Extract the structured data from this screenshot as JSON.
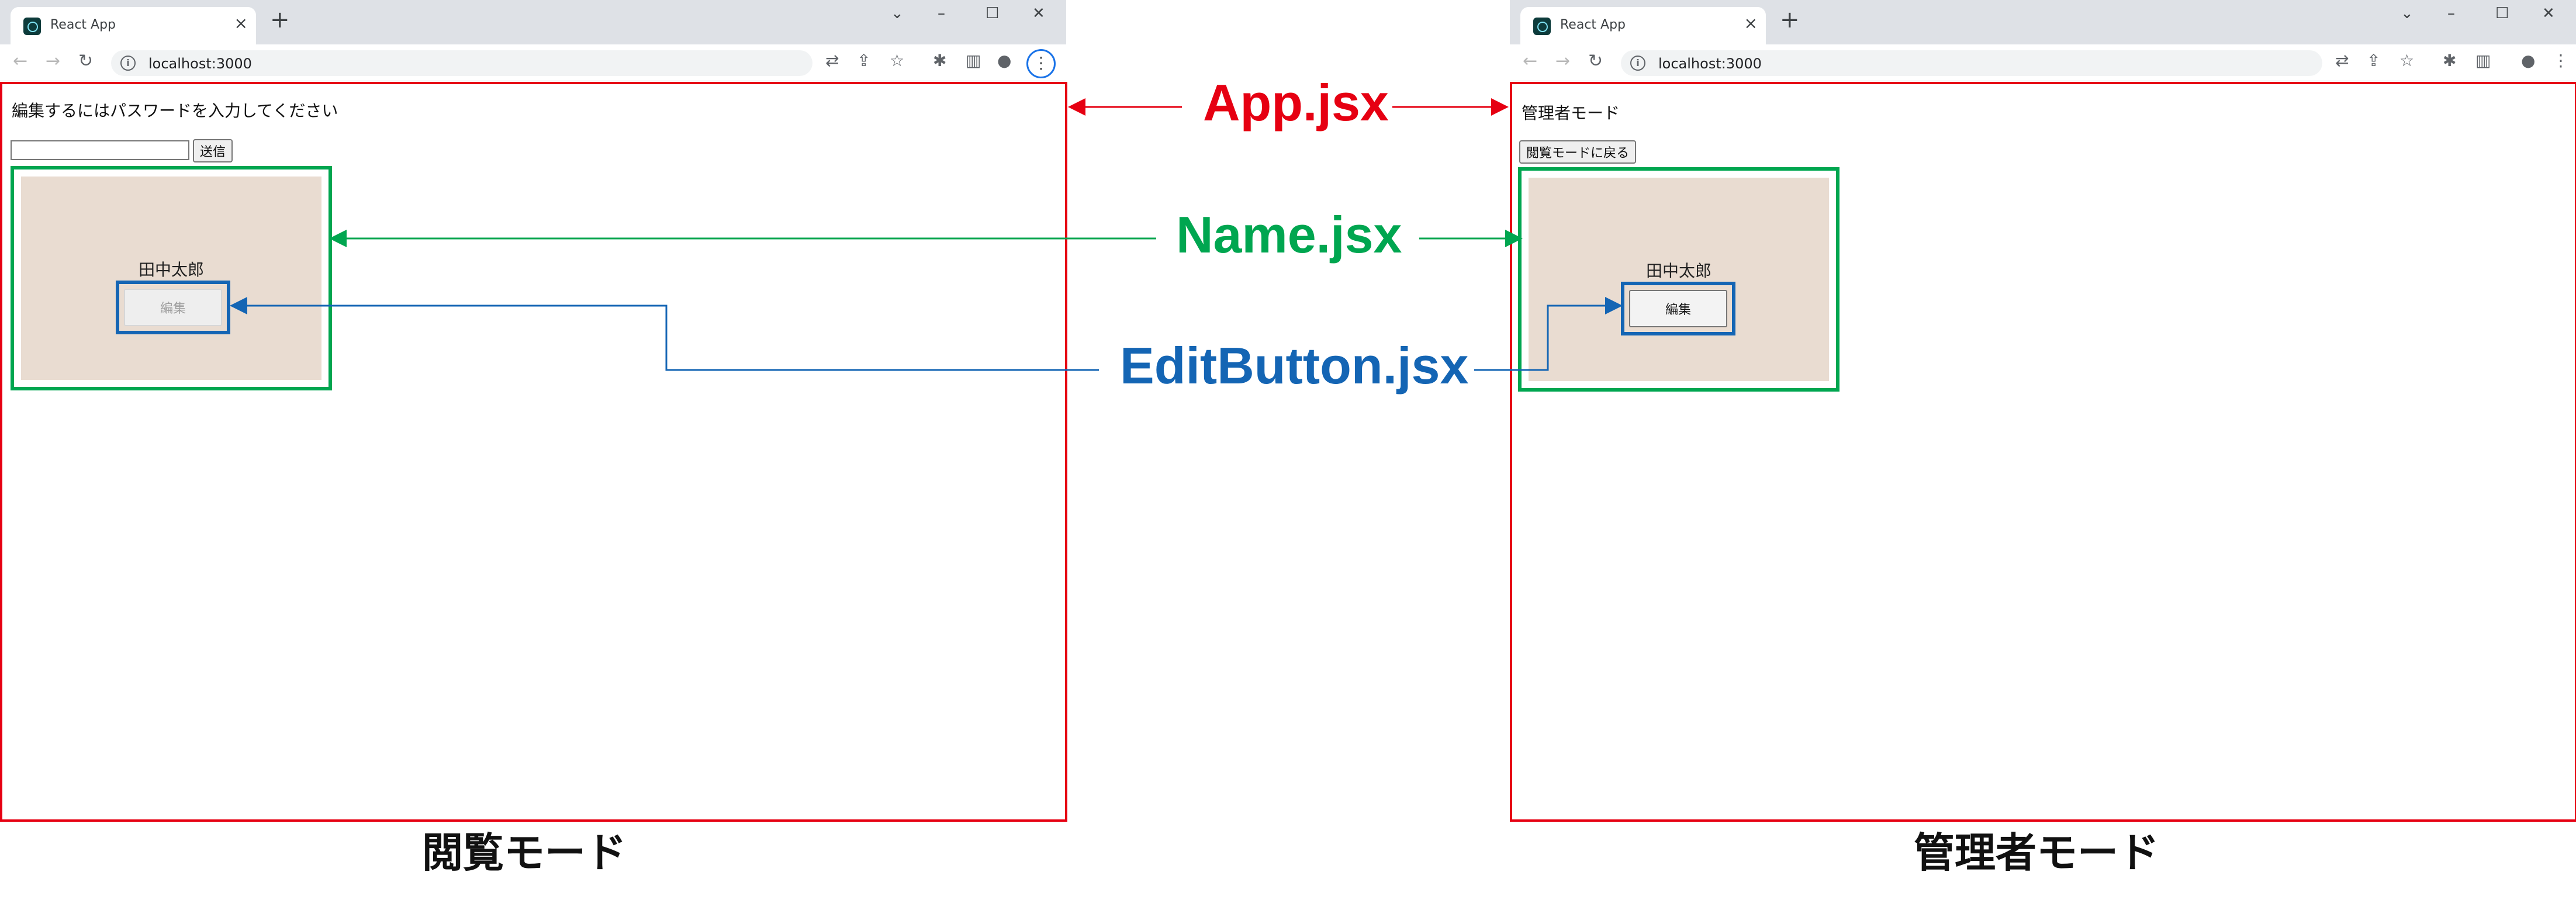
{
  "browser": {
    "tab_title": "React App",
    "tab_close": "×",
    "new_tab": "+",
    "url": "localhost:3000",
    "window_controls": {
      "tab_search": "⌄",
      "minimize": "–",
      "maximize": "☐",
      "close": "✕"
    },
    "nav": {
      "back_icon": "arrow-left",
      "forward_icon": "arrow-right",
      "reload_icon": "reload"
    },
    "toolbar_icons": [
      "translate-icon",
      "share-icon",
      "star-icon",
      "extensions-icon",
      "side-panel-icon",
      "profile-icon",
      "menu-dots-icon"
    ]
  },
  "view_mode": {
    "prompt": "編集するにはパスワードを入力してください",
    "password_value": "",
    "submit_label": "送信",
    "name": "田中太郎",
    "edit_label": "編集",
    "edit_disabled": true
  },
  "admin_mode": {
    "heading": "管理者モード",
    "back_label": "閲覧モードに戻る",
    "name": "田中太郎",
    "edit_label": "編集",
    "edit_disabled": false
  },
  "annotations": {
    "app": "App.jsx",
    "name": "Name.jsx",
    "edit_button": "EditButton.jsx"
  },
  "captions": {
    "left": "閲覧モード",
    "right": "管理者モード"
  },
  "colors": {
    "app_outline": "#e60012",
    "name_outline": "#00a650",
    "edit_outline": "#1465b4",
    "card_background": "#e9dcd1",
    "tab_strip": "#dee1e6",
    "focus_ring": "#1a73e8"
  }
}
